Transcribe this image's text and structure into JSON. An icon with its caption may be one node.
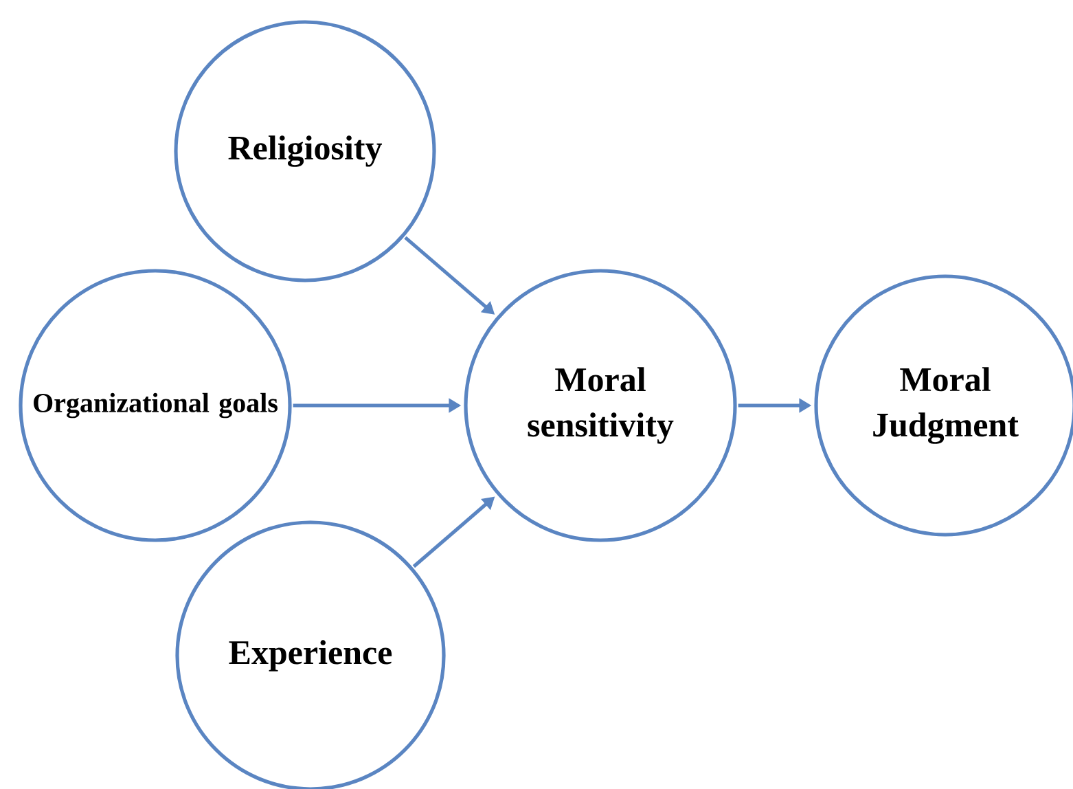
{
  "diagram": {
    "nodes": [
      {
        "text": [
          "Religiosity"
        ]
      },
      {
        "text": [
          "Organizational goals"
        ]
      },
      {
        "text": [
          "Experience"
        ]
      },
      {
        "text": [
          "Moral sensitivity"
        ]
      },
      {
        "text": [
          "Moral Judgment"
        ]
      }
    ],
    "edges": [
      {
        "from": 0,
        "to": 3,
        "arrow": "to"
      },
      {
        "from": 1,
        "to": 3,
        "arrow": "to"
      },
      {
        "from": 2,
        "to": 3,
        "arrow": "to"
      },
      {
        "from": 3,
        "to": 4,
        "arrow": "to"
      }
    ]
  }
}
